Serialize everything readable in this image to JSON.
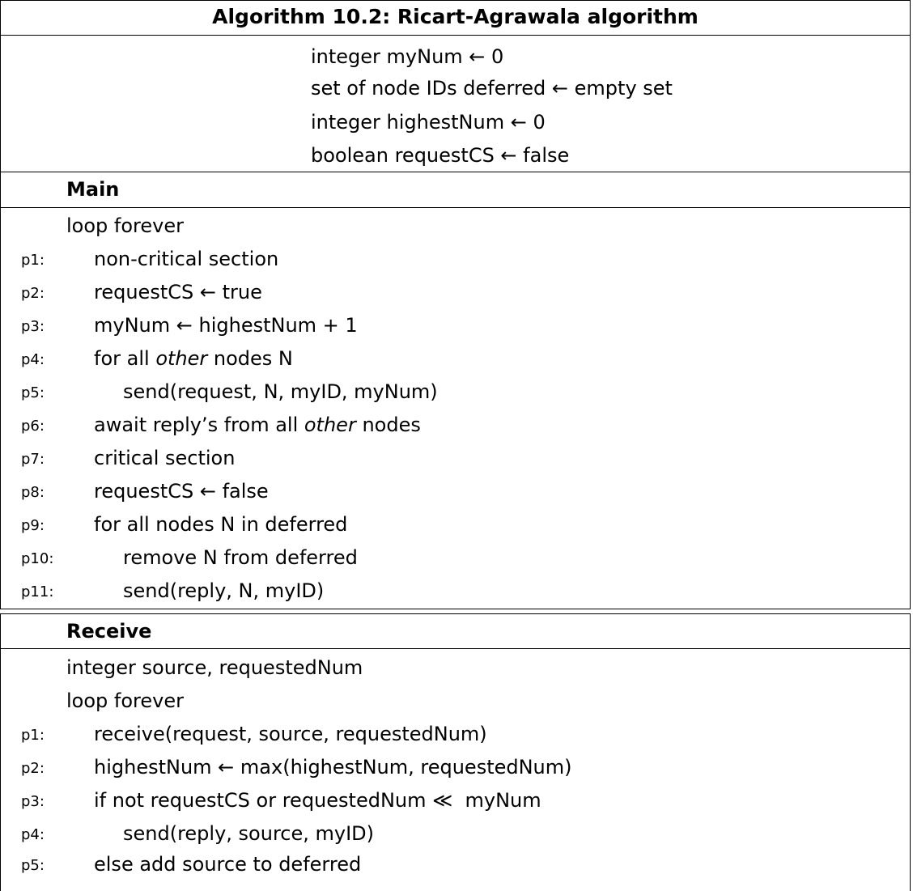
{
  "title": "Algorithm 10.2: Ricart-Agrawala algorithm",
  "globals": [
    "integer myNum ← 0",
    "set of node IDs deferred ← empty set",
    "integer highestNum ← 0",
    "boolean requestCS ← false"
  ],
  "main": {
    "heading": "Main",
    "loop": "loop forever",
    "lines": [
      {
        "label": "p1:",
        "text": "non-critical section"
      },
      {
        "label": "p2:",
        "text": "requestCS ← true"
      },
      {
        "label": "p3:",
        "text": "myNum ← highestNum + 1"
      },
      {
        "label": "p4:",
        "pre": "for all ",
        "em": "other",
        "post": " nodes N"
      },
      {
        "label": "p5:",
        "text": "send(request, N, myID, myNum)"
      },
      {
        "label": "p6:",
        "pre": "await reply’s from all ",
        "em": "other",
        "post": " nodes"
      },
      {
        "label": "p7:",
        "text": "critical section"
      },
      {
        "label": "p8:",
        "text": "requestCS ← false"
      },
      {
        "label": "p9:",
        "text": "for all nodes N in deferred"
      },
      {
        "label": "p10:",
        "text": "remove N from deferred"
      },
      {
        "label": "p11:",
        "text": "send(reply, N, myID)"
      }
    ]
  },
  "receive": {
    "heading": "Receive",
    "decl": "integer source, requestedNum",
    "loop": "loop forever",
    "lines": [
      {
        "label": "p1:",
        "text": "receive(request, source, requestedNum)"
      },
      {
        "label": "p2:",
        "text": "highestNum ← max(highestNum, requestedNum)"
      },
      {
        "label": "p3:",
        "text": "if not requestCS or requestedNum ≪  myNum"
      },
      {
        "label": "p4:",
        "text": "send(reply, source, myID)"
      },
      {
        "label": "p5:",
        "text": "else add source to deferred"
      }
    ]
  }
}
